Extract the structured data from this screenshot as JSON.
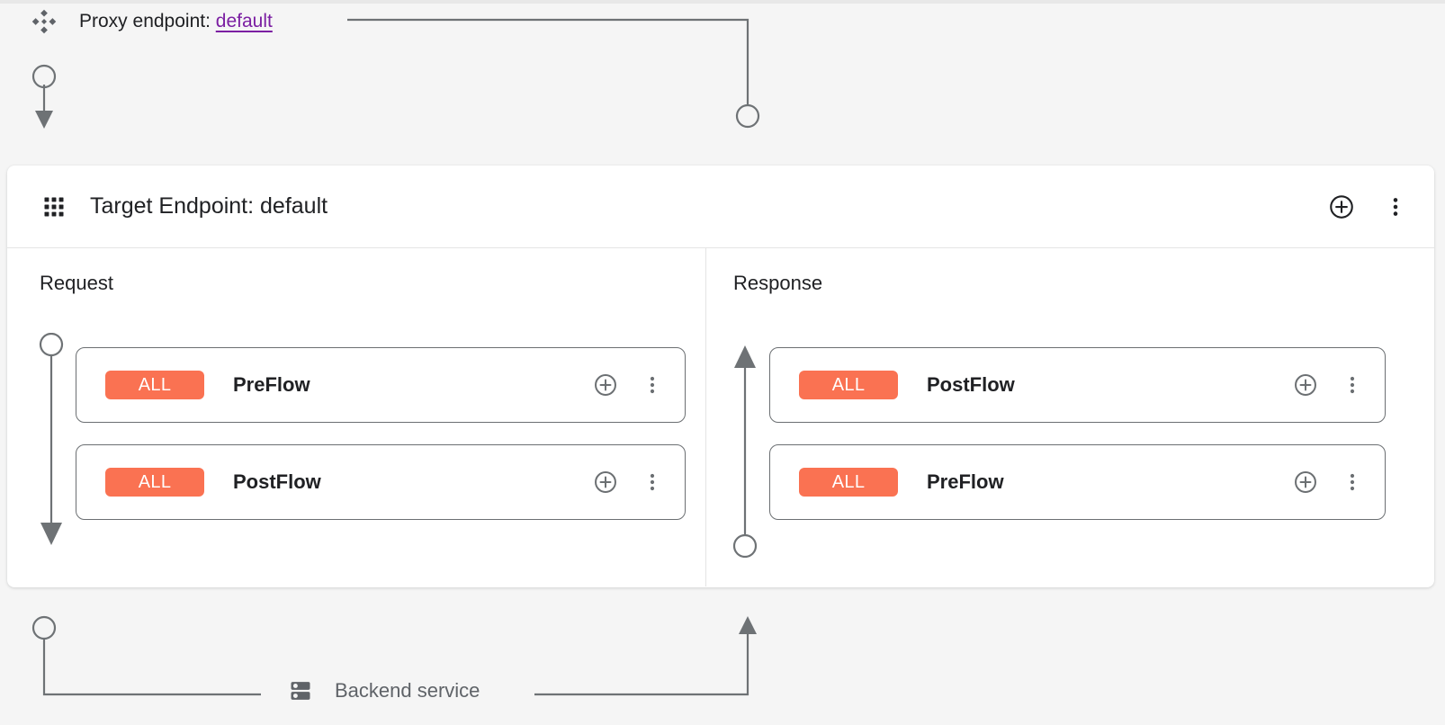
{
  "proxy": {
    "icon": "proxy-diamonds-icon",
    "label_prefix": "Proxy endpoint: ",
    "endpoint_name": "default"
  },
  "panel": {
    "icon": "apps-grid-icon",
    "title": "Target Endpoint: default",
    "actions": [
      {
        "name": "add-circle-icon",
        "label": "Add"
      },
      {
        "name": "more-vert-icon",
        "label": "More options"
      }
    ]
  },
  "columns": [
    {
      "id": "request",
      "title": "Request",
      "direction": "down",
      "cards": [
        {
          "badge": "ALL",
          "name": "PreFlow"
        },
        {
          "badge": "ALL",
          "name": "PostFlow"
        }
      ]
    },
    {
      "id": "response",
      "title": "Response",
      "direction": "up",
      "cards": [
        {
          "badge": "ALL",
          "name": "PostFlow"
        },
        {
          "badge": "ALL",
          "name": "PreFlow"
        }
      ]
    }
  ],
  "backend": {
    "icon": "server-icon",
    "label": "Backend service"
  },
  "colors": {
    "badge_orange": "#fa7252",
    "link_purple": "#7b1fa2",
    "connector_gray": "#6e7275",
    "card_border": "#6b6f72",
    "canvas_bg": "#f5f5f5",
    "panel_bg": "#ffffff"
  }
}
